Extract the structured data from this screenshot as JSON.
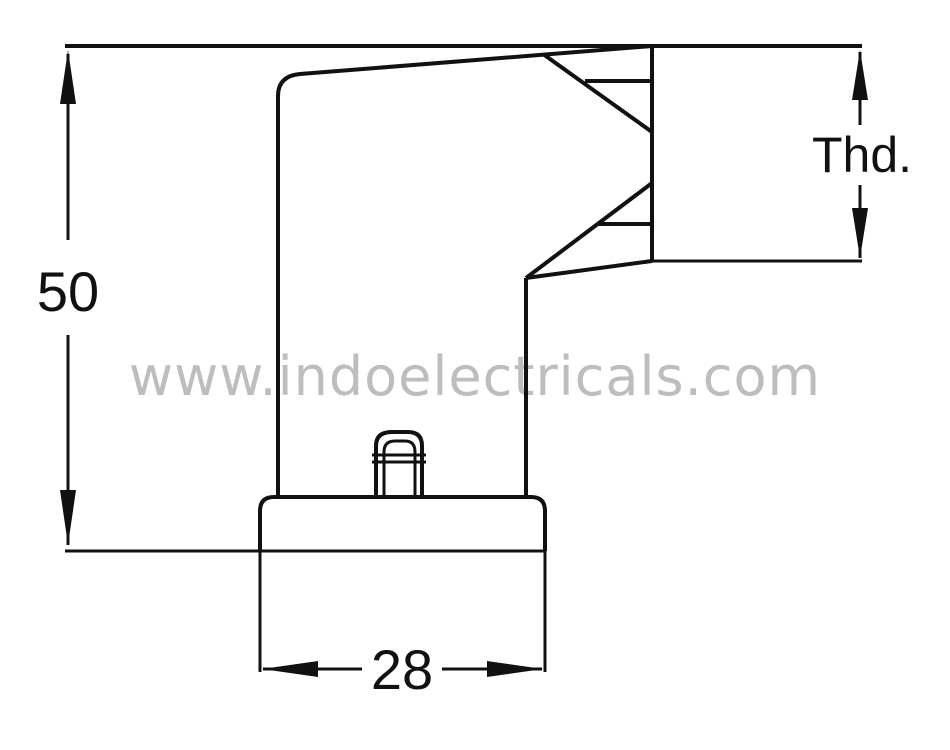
{
  "dimensions": {
    "height_label": "50",
    "width_label": "28",
    "thread_label": "Thd."
  },
  "watermark": {
    "text": "www.indoelectricals.com"
  },
  "colors": {
    "line": "#111111",
    "watermark": "#bdbdbd",
    "background": "#ffffff"
  }
}
